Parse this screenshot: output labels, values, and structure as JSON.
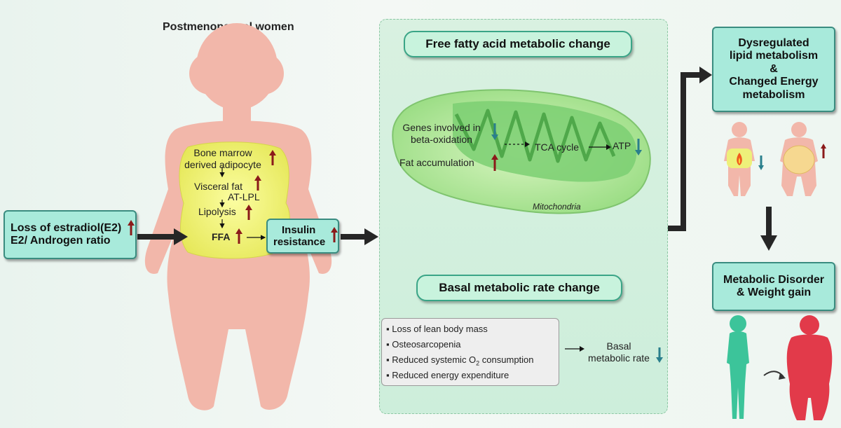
{
  "title": "Postmenopausal women",
  "left": {
    "cause_line1": "Loss of estradiol(E2)",
    "cause_line2": "E2/ Androgen ratio"
  },
  "belly": {
    "bm_line1": "Bone marrow",
    "bm_line2": "derived adipocyte",
    "visceral": "Visceral fat",
    "atlpl": "AT-LPL",
    "lipolysis": "Lipolysis",
    "ffa": "FFA"
  },
  "insulin": {
    "line1": "Insulin",
    "line2": "resistance"
  },
  "panel": {
    "ffa_title": "Free fatty acid metabolic change",
    "genes_line1": "Genes involved in",
    "genes_line2": "beta-oxidation",
    "fat_acc": "Fat accumulation",
    "tca": "TCA cycle",
    "atp": "ATP",
    "mito": "Mitochondria",
    "bmr_title": "Basal metabolic rate change",
    "list": [
      "Loss of  lean body mass",
      "Osteosarcopenia",
      "Reduced systemic O",
      "Reduced energy expenditure"
    ],
    "o2_sub": "2",
    "o2_tail": " consumption",
    "bmr_line1": "Basal",
    "bmr_line2": "metabolic rate"
  },
  "right": {
    "dys_line1": "Dysregulated",
    "dys_line2": "lipid metabolism",
    "dys_line3": "&",
    "dys_line4": "Changed Energy",
    "dys_line5": "metabolism",
    "md_line1": "Metabolic Disorder",
    "md_line2": "& Weight gain"
  },
  "colors": {
    "box_fill": "#a8eadb",
    "box_border": "#3a8c80",
    "body": "#f2b7aa",
    "fat": "#eef07a",
    "up_arrow": "#8b1a1a",
    "down_arrow": "#2a7f8c",
    "slim_figure": "#3cc49a",
    "obese_figure": "#e23a4a"
  },
  "icons": [
    "arrow-up-icon",
    "arrow-down-icon",
    "flame-icon"
  ]
}
